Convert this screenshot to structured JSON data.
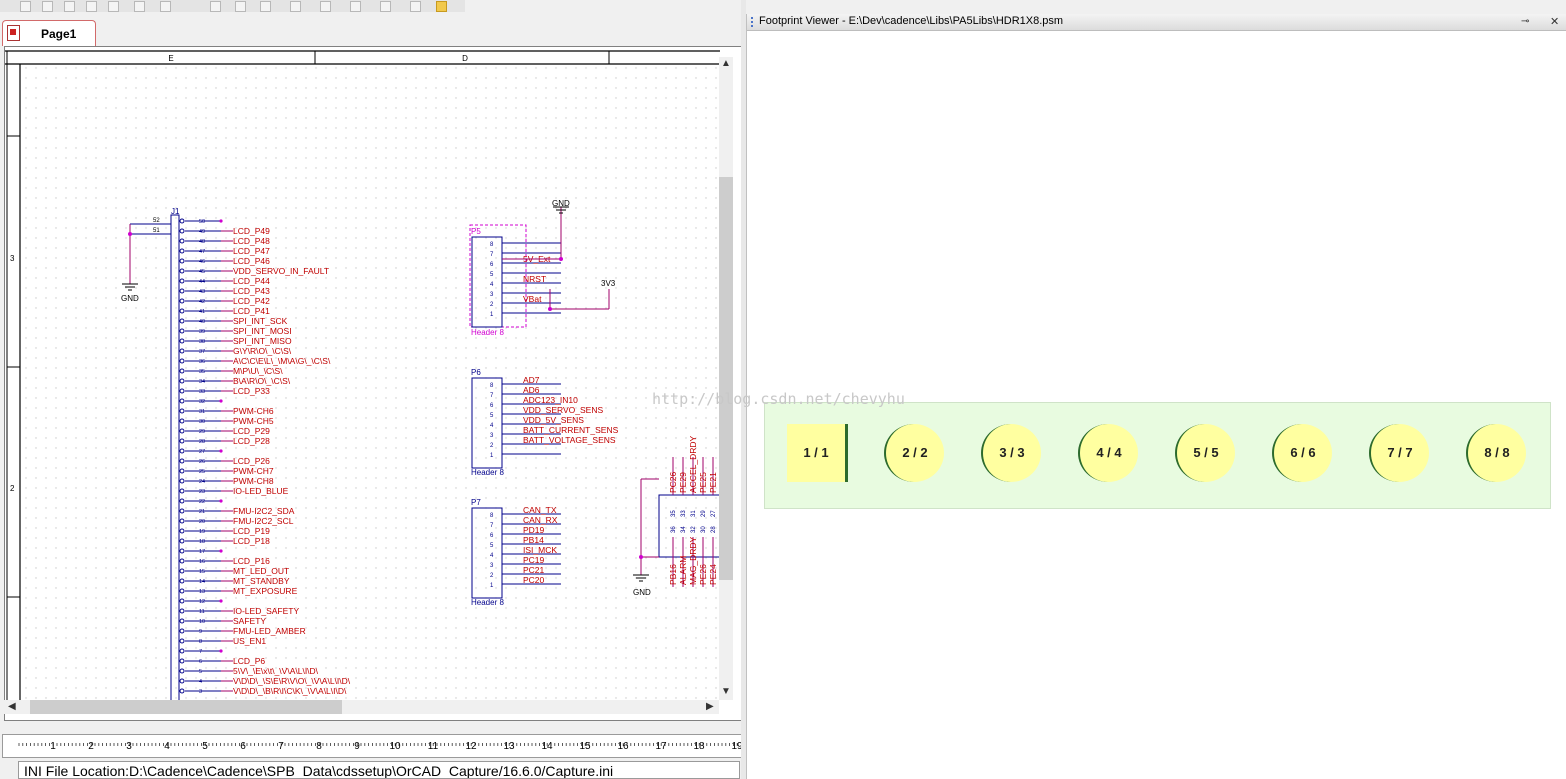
{
  "tab": {
    "label": "Page1"
  },
  "footprint_viewer": {
    "title": "Footprint Viewer - E:\\Dev\\cadence\\Libs\\PA5Libs\\HDR1X8.psm",
    "pads": [
      {
        "label": "1 / 1",
        "shape": "square"
      },
      {
        "label": "2 / 2",
        "shape": "round"
      },
      {
        "label": "3 / 3",
        "shape": "round"
      },
      {
        "label": "4 / 4",
        "shape": "round"
      },
      {
        "label": "5 / 5",
        "shape": "round"
      },
      {
        "label": "6 / 6",
        "shape": "round"
      },
      {
        "label": "7 / 7",
        "shape": "round"
      },
      {
        "label": "8 / 8",
        "shape": "round"
      }
    ],
    "pad_color": "#ffffa0",
    "background_color": "#e8fbe0"
  },
  "watermark": "http://blog.csdn.net/chevyhu",
  "status": {
    "text": "INI File Location:D:\\Cadence\\Cadence\\SPB_Data\\cdssetup\\OrCAD_Capture/16.6.0/Capture.ini"
  },
  "ruler": {
    "ticks": [
      "1",
      "2",
      "3",
      "4",
      "5",
      "6",
      "7",
      "8",
      "9",
      "10",
      "11",
      "12",
      "13",
      "14",
      "15",
      "16",
      "17",
      "18",
      "19"
    ]
  },
  "schematic": {
    "border_columns": [
      "E",
      "D"
    ],
    "border_rows": [
      "3",
      "2"
    ],
    "colors": {
      "wire": "#a0006a",
      "net_label": "#c00000",
      "part": "#00008b",
      "header_dashed": "#d000d0"
    },
    "j1": {
      "ref": "J1",
      "extra_pins": [
        "52",
        "51"
      ],
      "pin_numbers": [
        "50",
        "49",
        "48",
        "47",
        "46",
        "45",
        "44",
        "43",
        "42",
        "41",
        "40",
        "39",
        "38",
        "37",
        "36",
        "35",
        "34",
        "33",
        "32",
        "31",
        "30",
        "29",
        "28",
        "27",
        "26",
        "25",
        "24",
        "23",
        "22",
        "21",
        "20",
        "19",
        "18",
        "17",
        "16",
        "15",
        "14",
        "13",
        "12",
        "11",
        "10",
        "9",
        "8",
        "7",
        "6",
        "5",
        "4",
        "3"
      ],
      "nets": [
        {
          "pin": "49",
          "label": "LCD_P49"
        },
        {
          "pin": "48",
          "label": "LCD_P48"
        },
        {
          "pin": "47",
          "label": "LCD_P47"
        },
        {
          "pin": "46",
          "label": "LCD_P46"
        },
        {
          "pin": "45",
          "label": "VDD_SERVO_IN_FAULT"
        },
        {
          "pin": "44",
          "label": "LCD_P44"
        },
        {
          "pin": "43",
          "label": "LCD_P43"
        },
        {
          "pin": "42",
          "label": "LCD_P42"
        },
        {
          "pin": "41",
          "label": "LCD_P41"
        },
        {
          "pin": "40",
          "label": "SPI_INT_SCK"
        },
        {
          "pin": "39",
          "label": "SPI_INT_MOSI"
        },
        {
          "pin": "38",
          "label": "SPI_INT_MISO"
        },
        {
          "pin": "37",
          "label": "G\\Y\\R\\O\\_\\C\\S\\"
        },
        {
          "pin": "36",
          "label": "A\\C\\C\\E\\L\\_\\M\\A\\G\\_\\C\\S\\"
        },
        {
          "pin": "35",
          "label": "M\\P\\U\\_\\C\\S\\"
        },
        {
          "pin": "34",
          "label": "B\\A\\R\\O\\_\\C\\S\\"
        },
        {
          "pin": "33",
          "label": "LCD_P33"
        },
        {
          "pin": "31",
          "label": "PWM-CH6"
        },
        {
          "pin": "30",
          "label": "PWM-CH5"
        },
        {
          "pin": "29",
          "label": "LCD_P29"
        },
        {
          "pin": "28",
          "label": "LCD_P28"
        },
        {
          "pin": "26",
          "label": "LCD_P26"
        },
        {
          "pin": "25",
          "label": "PWM-CH7"
        },
        {
          "pin": "24",
          "label": "PWM-CH8"
        },
        {
          "pin": "23",
          "label": "IO-LED_BLUE"
        },
        {
          "pin": "21",
          "label": "FMU-I2C2_SDA"
        },
        {
          "pin": "20",
          "label": "FMU-I2C2_SCL"
        },
        {
          "pin": "19",
          "label": "LCD_P19"
        },
        {
          "pin": "18",
          "label": "LCD_P18"
        },
        {
          "pin": "16",
          "label": "LCD_P16"
        },
        {
          "pin": "15",
          "label": "MT_LED_OUT"
        },
        {
          "pin": "14",
          "label": "MT_STANDBY"
        },
        {
          "pin": "13",
          "label": "MT_EXPOSURE"
        },
        {
          "pin": "11",
          "label": "IO-LED_SAFETY"
        },
        {
          "pin": "10",
          "label": "SAFETY"
        },
        {
          "pin": "9",
          "label": "FMU-LED_AMBER"
        },
        {
          "pin": "8",
          "label": "US_EN1"
        },
        {
          "pin": "6",
          "label": "LCD_P6"
        },
        {
          "pin": "5",
          "label": "5\\V\\_\\E\\x\\t\\_\\V\\A\\L\\I\\D\\"
        },
        {
          "pin": "4",
          "label": "V\\D\\D\\_\\S\\E\\R\\V\\O\\_\\V\\A\\L\\I\\D\\"
        },
        {
          "pin": "3",
          "label": "V\\D\\D\\_\\B\\R\\I\\C\\K\\_\\V\\A\\L\\I\\D\\"
        }
      ]
    },
    "gnd_label": "GND",
    "v33_label": "3V3",
    "p5": {
      "ref": "P5",
      "name": "Header 8",
      "pins": [
        "8",
        "7",
        "6",
        "5",
        "4",
        "3",
        "2",
        "1"
      ],
      "nets": [
        "",
        "",
        "5V_Ext",
        "",
        "NRST",
        "",
        "VBat",
        ""
      ]
    },
    "p6": {
      "ref": "P6",
      "name": "Header 8",
      "pins": [
        "8",
        "7",
        "6",
        "5",
        "4",
        "3",
        "2",
        "1"
      ],
      "nets": [
        "AD7",
        "AD6",
        "ADC123_IN10",
        "VDD_SERVO_SENS",
        "VDD_5V_SENS",
        "BATT_CURRENT_SENS",
        "BATT_VOLTAGE_SENS",
        ""
      ]
    },
    "p7": {
      "ref": "P7",
      "name": "Header 8",
      "pins": [
        "8",
        "7",
        "6",
        "5",
        "4",
        "3",
        "2",
        "1"
      ],
      "nets": [
        "CAN_TX",
        "CAN_RX",
        "PD19",
        "PB14",
        "ISI_MCK",
        "PC19",
        "PC21",
        "PC20"
      ]
    },
    "right_conn": {
      "top_nets": [
        "PC26",
        "PE29",
        "ACCEL_DRDY",
        "PE25",
        "PE21"
      ],
      "top_pins": [
        "35",
        "33",
        "31",
        "29",
        "27"
      ],
      "bottom_pins": [
        "36",
        "34",
        "32",
        "30",
        "28"
      ],
      "bottom_nets": [
        "PB16",
        "ALARM",
        "MAG_DRDY",
        "PE26",
        "PE24"
      ]
    }
  }
}
